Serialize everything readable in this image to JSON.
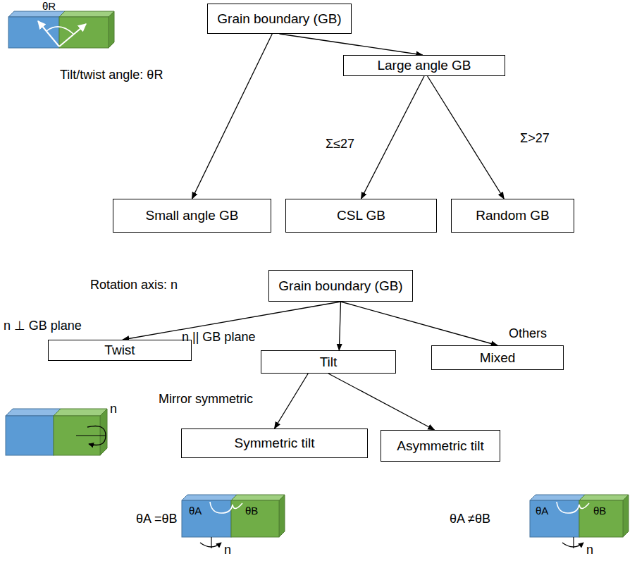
{
  "diagram": {
    "nodes": [
      {
        "text": [
          "Grain boundary (GB)"
        ]
      },
      {
        "text": [
          "Large angle GB"
        ]
      },
      {
        "text": [
          "Small angle GB"
        ]
      },
      {
        "text": [
          "CSL GB"
        ]
      },
      {
        "text": [
          "Random GB"
        ]
      },
      {
        "text": [
          "Grain boundary (GB)"
        ]
      },
      {
        "text": [
          "Twist"
        ]
      },
      {
        "text": [
          "Tilt"
        ]
      },
      {
        "text": [
          "Mixed"
        ]
      },
      {
        "text": [
          "Symmetric tilt"
        ]
      },
      {
        "text": [
          "Asymmetric tilt"
        ]
      }
    ],
    "edges": [
      {
        "from": 0,
        "to": 1,
        "arrow": "to"
      },
      {
        "from": 0,
        "to": 2,
        "arrow": "to"
      },
      {
        "from": 1,
        "to": 3,
        "arrow": "to",
        "label": "Σ≤27"
      },
      {
        "from": 1,
        "to": 4,
        "arrow": "to",
        "label": "Σ>27"
      },
      {
        "from": 5,
        "to": 6,
        "arrow": "to",
        "label": "n ⊥ GB plane"
      },
      {
        "from": 5,
        "to": 7,
        "arrow": "to",
        "label": "n || GB plane"
      },
      {
        "from": 5,
        "to": 8,
        "arrow": "to",
        "label": "Others"
      },
      {
        "from": 7,
        "to": 9,
        "arrow": "to",
        "label": "Mirror symmetric"
      },
      {
        "from": 7,
        "to": 10,
        "arrow": "to"
      }
    ],
    "labels": [
      "θR",
      "Tilt/twist angle: θR",
      "Rotation axis: n",
      "n",
      "θA =θB",
      "θA",
      "θB",
      "n",
      "θA ≠θB",
      "θA",
      "θB",
      "n"
    ]
  }
}
